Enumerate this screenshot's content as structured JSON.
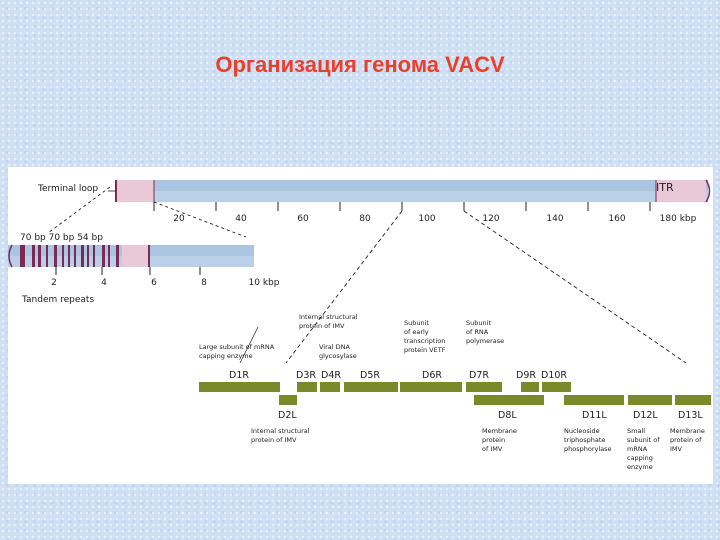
{
  "title": "Организация генома VACV",
  "figure": {
    "terminal_loop": "Terminal loop",
    "itr": "ITR",
    "top_ticks": [
      "20",
      "40",
      "60",
      "80",
      "100",
      "120",
      "140",
      "160",
      "180 kbp"
    ],
    "repeat_sizes": "70 bp 70 bp 54 bp",
    "zoom_ticks": [
      "2",
      "4",
      "6",
      "8",
      "10 kbp"
    ],
    "tandem_repeats": "Tandem repeats",
    "genes_top": [
      "D1R",
      "D3R",
      "D4R",
      "D5R",
      "D6R",
      "D7R",
      "D9R",
      "D10R"
    ],
    "genes_bottom": [
      "D2L",
      "D8L",
      "D11L",
      "D12L",
      "D13L"
    ],
    "annotations": {
      "d3r": [
        "Internal structural",
        "protein of IMV"
      ],
      "d1r": [
        "Large subunit of mRNA",
        "capping enzyme"
      ],
      "d4r": [
        "Viral DNA",
        "glycosylase"
      ],
      "d6r": [
        "Subunit",
        "of early",
        "transcription",
        "protein VETF"
      ],
      "d7r": [
        "Subunit",
        "of RNA",
        "polymerase"
      ],
      "d2l": [
        "Internal structural",
        "protein of IMV"
      ],
      "d8l": [
        "Membrane",
        "protein",
        "of IMV"
      ],
      "d11l": [
        "Nucleoside",
        "triphosphate",
        "phosphorylase"
      ],
      "d12l": [
        "Small",
        "subunit of",
        "mRNA",
        "capping",
        "enzyme"
      ],
      "d13l": [
        "Membrane",
        "protein of",
        "IMV"
      ]
    },
    "colors": {
      "genome_bar": "#a9c5e1",
      "itr_region": "#e9c9d6",
      "repeat_stripe": "#7a2a55",
      "gene_block": "#7a8a2a",
      "title": "#e8402a"
    }
  }
}
